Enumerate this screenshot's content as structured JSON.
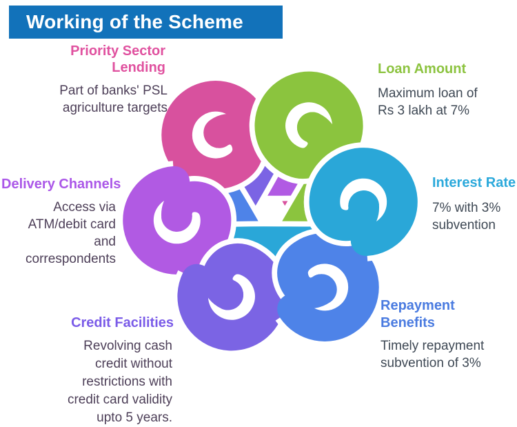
{
  "title": {
    "label": "Working of the Scheme"
  },
  "colors": {
    "banner_bg": "#1272BA",
    "banner_text": "#FFFFFF",
    "body_left": "#4D3F58",
    "body_right": "#3E4854"
  },
  "sections": {
    "priority": {
      "heading": "Priority Sector\nLending",
      "heading_color": "#E0519F",
      "body": "Part of banks' PSL\nagriculture targets"
    },
    "loan": {
      "heading": "Loan Amount",
      "heading_color": "#8CC33F",
      "body": "Maximum loan of\nRs 3 lakh at 7%"
    },
    "interest": {
      "heading": "Interest Rate",
      "heading_color": "#2BA9DB",
      "body": "7% with 3%\nsubvention"
    },
    "repayment": {
      "heading": "Repayment\nBenefits",
      "heading_color": "#4A7BE0",
      "body": "Timely repayment\nsubvention of 3%"
    },
    "credit": {
      "heading": "Credit Facilities",
      "heading_color": "#7A5BE8",
      "body": "Revolving cash\ncredit without\nrestrictions with\ncredit card validity\nupto 5 years."
    },
    "delivery": {
      "heading": "Delivery Channels",
      "heading_color": "#AB57E8",
      "body": "Access via\nATM/debit card\nand\ncorrespondents"
    }
  },
  "knot": {
    "casing_color": "#FFFFFF",
    "ribbons": [
      {
        "name": "priority-sector-lending",
        "color": "#D8519E",
        "rotate": -120
      },
      {
        "name": "delivery-channels",
        "color": "#B15AE3",
        "rotate": 180
      },
      {
        "name": "credit-facilities",
        "color": "#7B64E4",
        "rotate": 120
      },
      {
        "name": "repayment-benefits",
        "color": "#4E83E8",
        "rotate": 60
      },
      {
        "name": "loan-amount",
        "color": "#8BC43E",
        "rotate": -60
      },
      {
        "name": "interest-rate",
        "color": "#2AA7D8",
        "rotate": 0
      }
    ]
  }
}
